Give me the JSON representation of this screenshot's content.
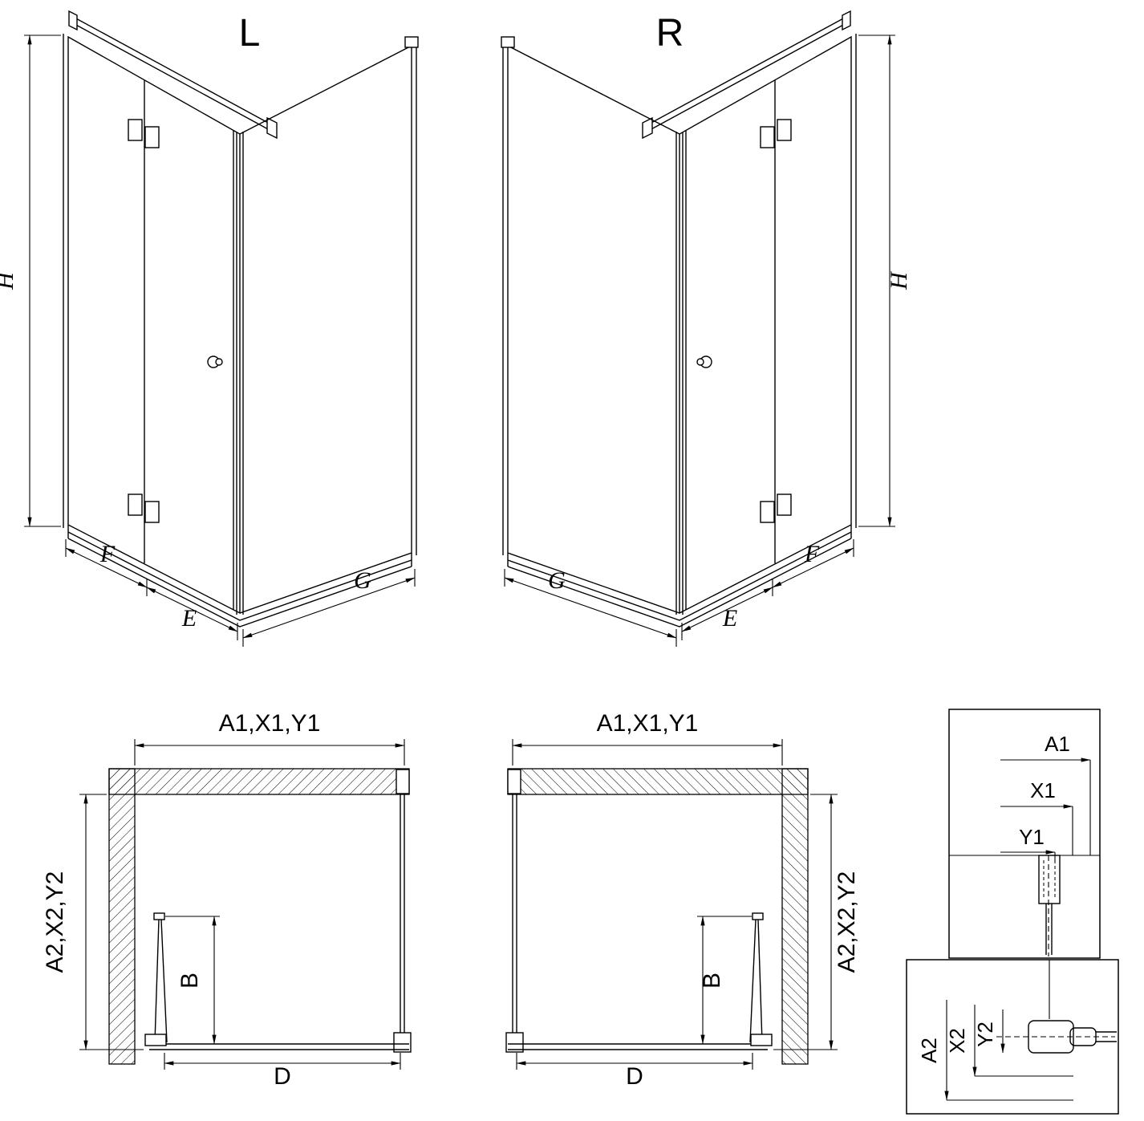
{
  "diagram": {
    "perspective_left": {
      "variant": "L",
      "height_label": "H",
      "panel_f_label": "F",
      "panel_e_label": "E",
      "panel_g_label": "G"
    },
    "perspective_right": {
      "variant": "R",
      "height_label": "H",
      "panel_f_label": "F",
      "panel_e_label": "E",
      "panel_g_label": "G"
    },
    "plan_left": {
      "width_label": "A1,X1,Y1",
      "depth_label": "A2,X2,Y2",
      "door_clearance_label": "B",
      "opening_width_label": "D"
    },
    "plan_right": {
      "width_label": "A1,X1,Y1",
      "depth_label": "A2,X2,Y2",
      "door_clearance_label": "B",
      "opening_width_label": "D"
    },
    "detail_width_profile": {
      "labels": [
        "A1",
        "X1",
        "Y1"
      ]
    },
    "detail_depth_profile": {
      "labels": [
        "A2",
        "X2",
        "Y2"
      ]
    }
  },
  "colors": {
    "line": "#000000",
    "background": "#ffffff"
  }
}
